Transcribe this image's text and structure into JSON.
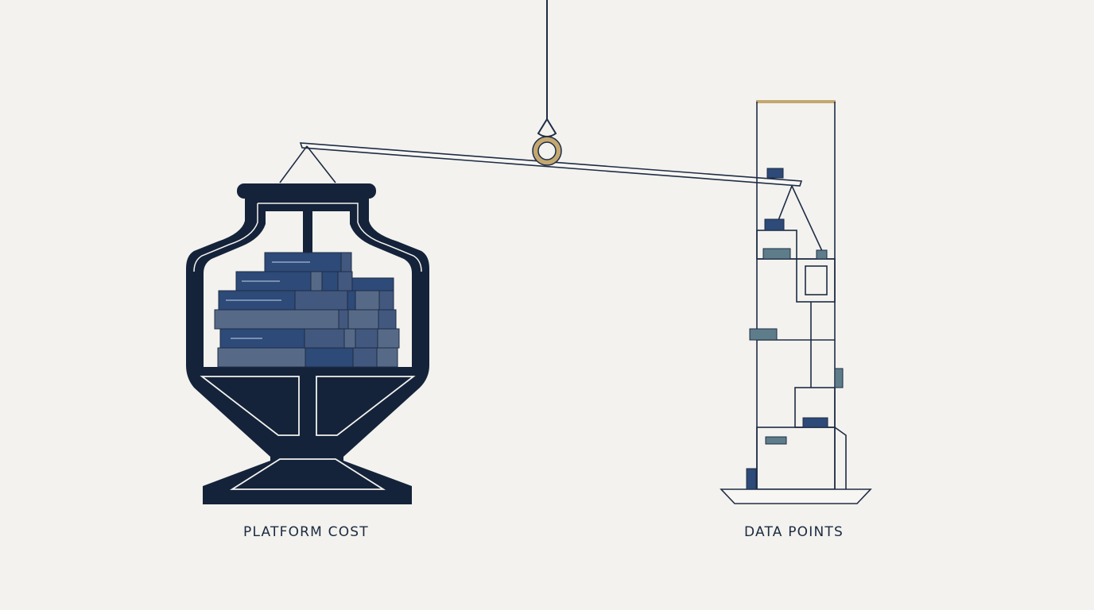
{
  "labels": {
    "left": "PLATFORM COST",
    "right": "DATA POINTS"
  },
  "colors": {
    "background": "#f3f2ee",
    "navy": "#14233a",
    "book_dark": "#2d4a78",
    "book_mid": "#42587e",
    "book_light": "#566a88",
    "slate": "#5e7d8a",
    "gold": "#c4a870",
    "line": "#1e2c45"
  },
  "icons": [
    "hanging-rope",
    "balance-beam",
    "pivot-ring",
    "heavy-urn-weight",
    "book-stack",
    "tall-shelf-tower",
    "light-pan"
  ]
}
